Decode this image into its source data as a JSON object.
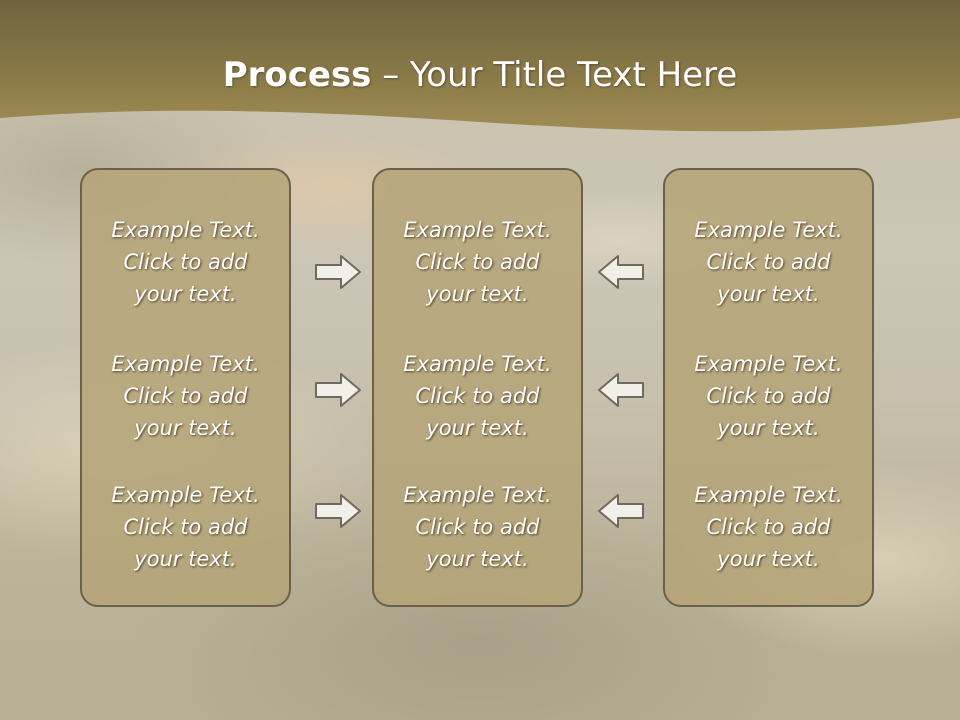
{
  "slide": {
    "title_strong": "Process",
    "title_rest": " – Your Title Text Here",
    "colors": {
      "header": "#8f7d48",
      "panel": "#b6a478",
      "panel_border": "#6b6048",
      "text": "#ffffff"
    },
    "columns": [
      {
        "items": [
          {
            "line1": "Example Text.",
            "line2": "Click  to add",
            "line3": "your text."
          },
          {
            "line1": "Example Text.",
            "line2": "Click  to add",
            "line3": "your text."
          },
          {
            "line1": "Example Text.",
            "line2": "Click  to add",
            "line3": "your text."
          }
        ]
      },
      {
        "items": [
          {
            "line1": "Example Text.",
            "line2": "Click  to add",
            "line3": "your text."
          },
          {
            "line1": "Example Text.",
            "line2": "Click  to add",
            "line3": "your text."
          },
          {
            "line1": "Example Text.",
            "line2": "Click  to add",
            "line3": "your text."
          }
        ]
      },
      {
        "items": [
          {
            "line1": "Example Text.",
            "line2": "Click  to add",
            "line3": "your text."
          },
          {
            "line1": "Example Text.",
            "line2": "Click  to add",
            "line3": "your text."
          },
          {
            "line1": "Example Text.",
            "line2": "Click  to add",
            "line3": "your text."
          }
        ]
      }
    ],
    "arrows": {
      "left_column": "arrow-right-icon",
      "right_column": "arrow-left-icon"
    }
  }
}
